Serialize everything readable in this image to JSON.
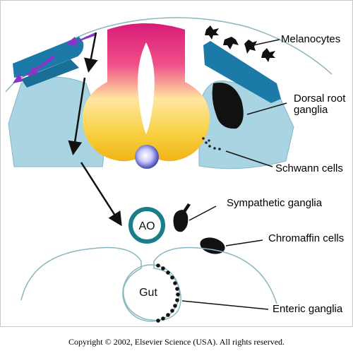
{
  "labels": {
    "melanocytes": "Melanocytes",
    "dorsal_root_ganglia_line1": "Dorsal root",
    "dorsal_root_ganglia_line2": "ganglia",
    "schwann_cells": "Schwann cells",
    "sympathetic_ganglia": "Sympathetic ganglia",
    "chromaffin_cells": "Chromaffin cells",
    "enteric_ganglia": "Enteric ganglia",
    "aorta": "AO",
    "gut": "Gut"
  },
  "copyright": "Copyright © 2002, Elsevier Science (USA). All rights reserved.",
  "colors": {
    "somite_blue": "#a9d4e2",
    "dermomyotome_teal": "#1c7aa8",
    "neural_tube_pink": "#e2297e",
    "neural_tube_yellow": "#f5c21c",
    "migration_arrow_purple": "#8a34c8",
    "aorta_ring": "#1a7e88",
    "notochord": "#2a2f9a",
    "cell_black": "#111111"
  }
}
